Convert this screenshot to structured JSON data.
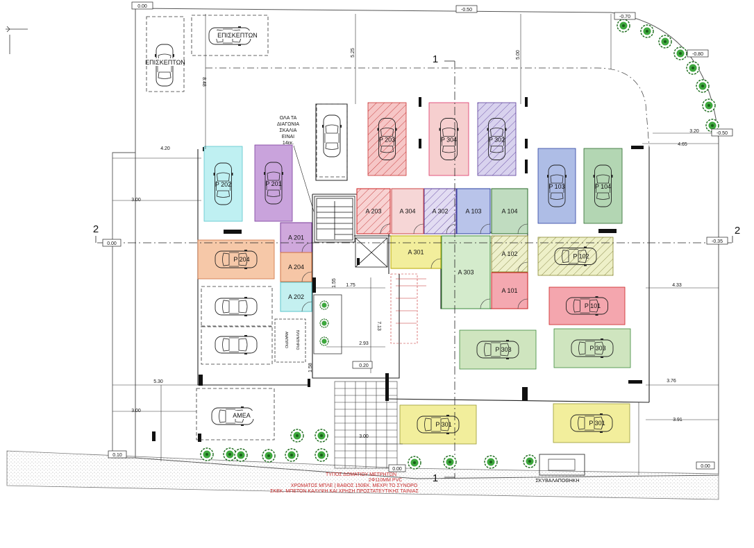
{
  "levels": {
    "top_left": "0.00",
    "top_mid": "-0.50",
    "top_right": "-0.70",
    "right_1": "-0.80",
    "right_2": "-0.50",
    "left_axis": "0.00",
    "right_axis": "-0.35",
    "bottom_left": "0.10",
    "bottom_mid": "0.00",
    "bottom_right": "0.00",
    "core": "0.20"
  },
  "grid": {
    "axis1": "1",
    "axis2": "2"
  },
  "visitors": {
    "label": "ΕΠΙΣΚΕΠΤΩΝ"
  },
  "disabled": {
    "label": "ΑΜΕΑ"
  },
  "refuse": {
    "label": "ΣΚΥΒΑΛΑΠΟΘΗΚΗ"
  },
  "stair_note": [
    "ΟΛΑ ΤΑ",
    "ΔΙΑΓΩΝΙΑ",
    "ΣΚΑΛΙΑ",
    "ΕΙΝΑΙ",
    "14εκ."
  ],
  "wall_note": [
    "ΤΥΠΟΣ ΔΩΜΑΤΙΟΥ ΜΕΤΡΗΤΩΝ",
    "2Φ110ΜΜ PVC",
    "ΧΡΩΜΑΤΟΣ ΜΠΛΕ | ΒΑΘΟΣ 150ΕΚ. ΜΕΧΡΙ ΤΟ ΣΥΝΟΡΟ",
    "ΣΚΕΚ. ΜΠΕΤΟΝ ΚΑΛΥΨΗ ΚΑΙ ΧΡΗΣΗ ΠΡΟΣΤΑΤΕΥΤΙΚΗΣ ΤΑΙΝΙΑΣ"
  ],
  "parking": [
    {
      "id": "p202",
      "label": "P 202",
      "color": "#bff0f2"
    },
    {
      "id": "p201",
      "label": "P 201",
      "color": "#c9a3dc"
    },
    {
      "id": "p203",
      "label": "P 203",
      "color": "#f6c6c6"
    },
    {
      "id": "p304",
      "label": "P 304",
      "color": "#f6cfcf"
    },
    {
      "id": "p302",
      "label": "P 302",
      "color": "#d8d2ee"
    },
    {
      "id": "p103",
      "label": "P 103",
      "color": "#aebde6"
    },
    {
      "id": "p104",
      "label": "P 104",
      "color": "#b3d6b3"
    },
    {
      "id": "p204",
      "label": "P 204",
      "color": "#f6c8a8"
    },
    {
      "id": "p102",
      "label": "P 102",
      "color": "#eef0c8"
    },
    {
      "id": "p101",
      "label": "P 101",
      "color": "#f4a6ae"
    },
    {
      "id": "p303a",
      "label": "P 303",
      "color": "#cfe5bf"
    },
    {
      "id": "p303b",
      "label": "P 303",
      "color": "#cfe5bf"
    },
    {
      "id": "p301a",
      "label": "P 301",
      "color": "#f2ee9c"
    },
    {
      "id": "p301b",
      "label": "P 301",
      "color": "#f2ee9c"
    }
  ],
  "storage": [
    {
      "id": "a203",
      "label": "A 203",
      "color": "#f8d2d2"
    },
    {
      "id": "a304",
      "label": "A 304",
      "color": "#f6d6d6"
    },
    {
      "id": "a302",
      "label": "A 302",
      "color": "#e2dcf2"
    },
    {
      "id": "a103",
      "label": "A 103",
      "color": "#b9c4ea"
    },
    {
      "id": "a104",
      "label": "A 104",
      "color": "#c0dcc0"
    },
    {
      "id": "a201",
      "label": "A 201",
      "color": "#cfa8dc"
    },
    {
      "id": "a301",
      "label": "A 301",
      "color": "#f2ee9c"
    },
    {
      "id": "a303",
      "label": "A 303",
      "color": "#d4ebcc"
    },
    {
      "id": "a102",
      "label": "A 102",
      "color": "#eef0cc"
    },
    {
      "id": "a204",
      "label": "A 204",
      "color": "#f6c6a6"
    },
    {
      "id": "a101",
      "label": "A 101",
      "color": "#f4a8b0"
    },
    {
      "id": "a202",
      "label": "A 202",
      "color": "#c4f0f0"
    }
  ],
  "dims": {
    "d175": "1.75",
    "d293": "2.93",
    "d713": "7.13",
    "d155": "1.55",
    "d158": "1.58",
    "d300a": "3.00",
    "d300b": "3.00",
    "d300c": "3.00",
    "d530": "5.30",
    "d420": "4.20",
    "d433": "4.33",
    "d376": "3.76",
    "d391": "3.91",
    "d465": "4.65",
    "d320": "3.20",
    "d848": "8.48",
    "d525": "5.25",
    "d500": "5.00"
  }
}
